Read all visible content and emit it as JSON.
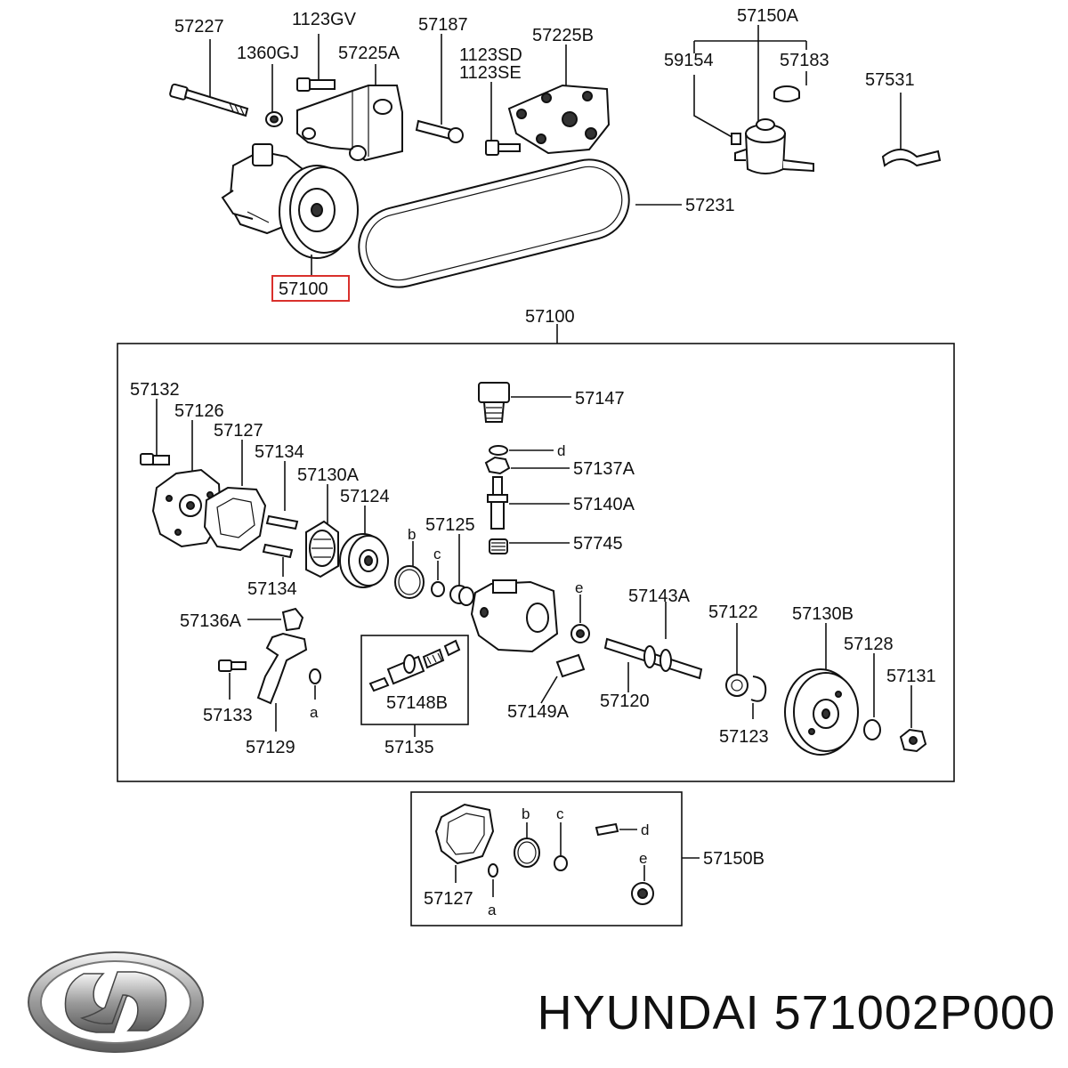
{
  "top_callouts": {
    "p57227": "57227",
    "p1123GV": "1123GV",
    "p57187": "57187",
    "p1360GJ": "1360GJ",
    "p57225A": "57225A",
    "p1123SD": "1123SD",
    "p1123SE": "1123SE",
    "p57225B": "57225B",
    "p57150A": "57150A",
    "p59154": "59154",
    "p57183": "57183",
    "p57531": "57531",
    "p57231": "57231",
    "p57100_highlight": "57100"
  },
  "assembly_box": {
    "title": "57100",
    "p57132": "57132",
    "p57126": "57126",
    "p57127": "57127",
    "p57134_top": "57134",
    "p57130A": "57130A",
    "p57124": "57124",
    "p57125": "57125",
    "p57134_bottom": "57134",
    "b": "b",
    "c": "c",
    "p57147": "57147",
    "d": "d",
    "p57137A": "57137A",
    "p57140A": "57140A",
    "p57745": "57745",
    "e": "e",
    "p57143A": "57143A",
    "p57122": "57122",
    "p57130B": "57130B",
    "p57128": "57128",
    "p57131": "57131",
    "p57136A": "57136A",
    "p57133": "57133",
    "a": "a",
    "p57129": "57129",
    "p57148B": "57148B",
    "p57135": "57135",
    "p57149A": "57149A",
    "p57120": "57120",
    "p57123": "57123"
  },
  "kit_box": {
    "p57127": "57127",
    "a": "a",
    "b": "b",
    "c": "c",
    "d": "d",
    "e": "e",
    "p57150B": "57150B"
  },
  "brand": {
    "caption": "HYUNDAI 571002P000",
    "logo": "hyundai-logo"
  },
  "colors": {
    "highlight": "#d9302c",
    "ink": "#111111"
  }
}
